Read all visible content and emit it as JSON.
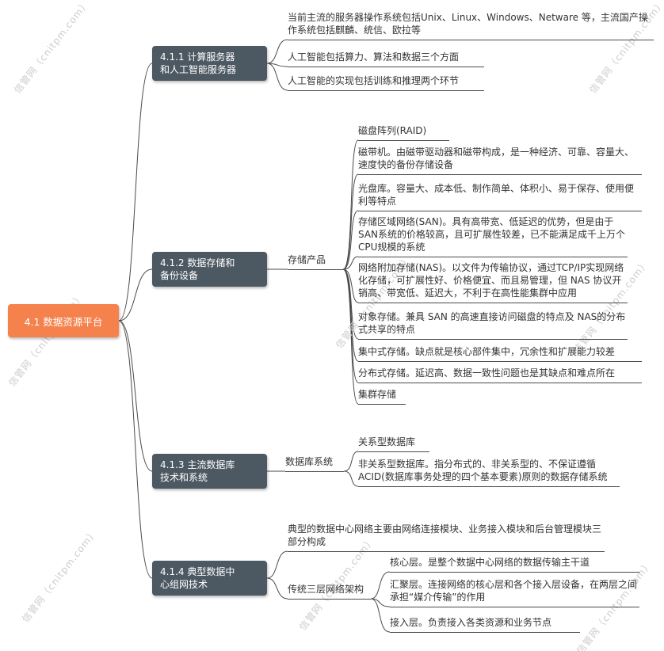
{
  "watermark": "信管网（cnitpm.com）",
  "colors": {
    "root_topic": "#f5824d",
    "branch_topic": "#4c5862",
    "line": "#4a4a4a",
    "leaf_text": "#333333",
    "watermark": "#cccccc"
  },
  "root": {
    "label": "4.1 数据资源平台"
  },
  "branch1": {
    "label": "4.1.1 计算服务器\n和人工智能服务器",
    "leaves": [
      "当前主流的服务器操作系统包括Unix、Linux、Windows、Netware 等，主流国产操作系统包括麒麟、统信、欧拉等",
      "人工智能包括算力、算法和数据三个方面",
      "人工智能的实现包括训练和推理两个环节"
    ]
  },
  "branch2": {
    "label": "4.1.2 数据存储和\n备份设备",
    "group": "存储产品",
    "leaves": [
      "磁盘阵列(RAID)",
      "磁带机。由磁带驱动器和磁带构成，是一种经济、可靠、容量大、速度快的备份存储设备",
      "光盘库。容量大、成本低、制作简单、体积小、易于保存、使用便利等特点",
      "存储区域网络(SAN)。具有高带宽、低延迟的优势，但是由于SAN系统的价格较高，且可扩展性较差，已不能满足成千上万个CPU规模的系统",
      "网络附加存储(NAS)。以文件为传输协议，通过TCP/IP实现网络化存储，可扩展性好、价格便宜、而且易管理，但 NAS 协议开销高、带宽低、延迟大，不利于在高性能集群中应用",
      "对象存储。兼具 SAN 的高速直接访问磁盘的特点及 NAS的分布式共享的特点",
      "集中式存储。缺点就是核心部件集中，冗余性和扩展能力较差",
      "分布式存储。延迟高、数据一致性问题也是其缺点和难点所在",
      "集群存储"
    ]
  },
  "branch3": {
    "label": "4.1.3 主流数据库\n技术和系统",
    "group": "数据库系统",
    "leaves": [
      "关系型数据库",
      "非关系型数据库。指分布式的、非关系型的、不保证遵循ACID(数据库事务处理的四个基本要素)原则的数据存储系统"
    ]
  },
  "branch4": {
    "label": "4.1.4 典型数据中\n心组网技术",
    "intro": "典型的数据中心网络主要由网络连接模块、业务接入模块和后台管理模块三部分构成",
    "group": "传统三层网络架构",
    "leaves": [
      "核心层。是整个数据中心网络的数据传输主干道",
      "汇聚层。连接网络的核心层和各个接入层设备，在两层之间承担“媒介传输”的作用",
      "接入层。负责接入各类资源和业务节点"
    ]
  }
}
